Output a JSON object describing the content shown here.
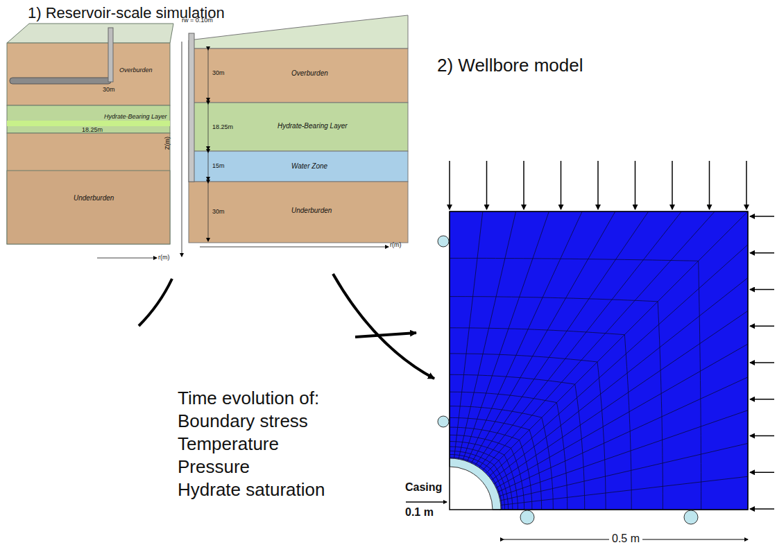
{
  "diagram": {
    "labels": [
      "1) Reservoir-scale simulation",
      "Overburden",
      "30m",
      "Hydrate-Bearing Layer",
      "18.25m",
      "Underburden",
      "r(m)",
      "rw = 0.10m",
      "Z(m)",
      "30m",
      "Overburden",
      "18.25m",
      "Hydrate-Bearing Layer",
      "Water Zone",
      "15m",
      "Underburden",
      "30m",
      "r(m)",
      "2) Wellbore model",
      "Time evolution of:",
      "Boundary stress",
      "Temperature",
      "Pressure",
      "Hydrate saturation",
      "Casing",
      "0.1 m",
      "0.5 m"
    ]
  }
}
